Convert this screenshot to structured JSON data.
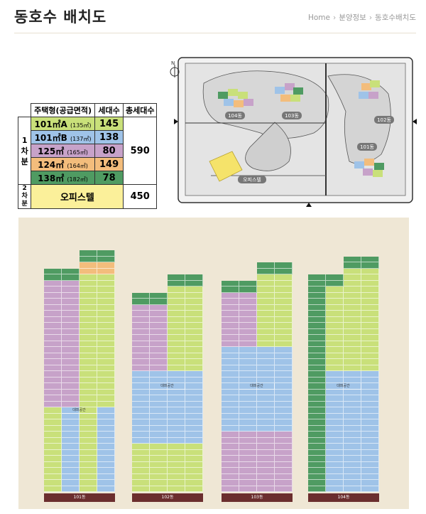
{
  "page": {
    "title": "동호수 배치도",
    "breadcrumb": [
      "Home",
      "분양정보",
      "동호수배치도"
    ]
  },
  "colors": {
    "A": "#c9e07a",
    "B": "#9fc3e8",
    "C": "#c7a2c9",
    "D": "#f3bd7c",
    "E": "#4f9b62",
    "office": "#fbf09a",
    "base": "#6b2e2e"
  },
  "units_table": {
    "headers": [
      "주택형(공급면적)",
      "세대수",
      "총세대수"
    ],
    "phase1_label": "1 차 분",
    "phase2_label": "2 차 분",
    "rows": [
      {
        "type": "101㎡A",
        "supply": "(135㎡)",
        "count": "145",
        "color_key": "A"
      },
      {
        "type": "101㎡B",
        "supply": "(137㎡)",
        "count": "138",
        "color_key": "B"
      },
      {
        "type": "125㎡",
        "supply": "(165㎡)",
        "count": "80",
        "color_key": "C"
      },
      {
        "type": "124㎡",
        "supply": "(164㎡)",
        "count": "149",
        "color_key": "D"
      },
      {
        "type": "138㎡",
        "supply": "(182㎡)",
        "count": "78",
        "color_key": "E"
      }
    ],
    "phase1_total": "590",
    "phase2": {
      "type": "오피스텔",
      "count": "450"
    }
  },
  "site_plan": {
    "buildings": [
      "104동",
      "103동",
      "102동",
      "101동",
      "오피스텔"
    ],
    "north_label": "N"
  },
  "elevation": {
    "buildings": [
      {
        "name": "101동",
        "mid_label": "대피공간"
      },
      {
        "name": "102동",
        "mid_label": "대피공간"
      },
      {
        "name": "103동",
        "mid_label": "대피공간"
      },
      {
        "name": "104동",
        "mid_label": "대피공간"
      }
    ]
  }
}
